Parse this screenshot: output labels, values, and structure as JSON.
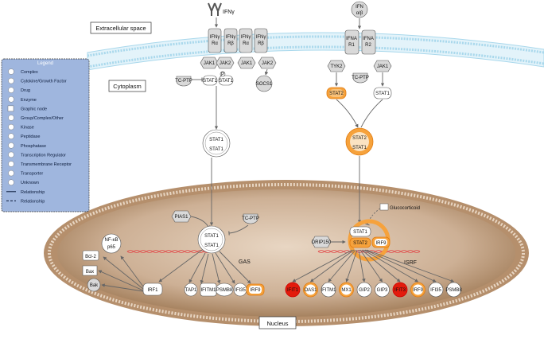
{
  "compartments": {
    "extracellular": "Extracellular space",
    "cytoplasm": "Cytoplasm",
    "nucleus": "Nucleus"
  },
  "legend": {
    "title": "Legend",
    "items": [
      {
        "label": "Complex",
        "icon": "circle-icon"
      },
      {
        "label": "Cytokine/Growth Factor",
        "icon": "cytokine-icon"
      },
      {
        "label": "Drug",
        "icon": "drug-icon"
      },
      {
        "label": "Enzyme",
        "icon": "enzyme-icon"
      },
      {
        "label": "Graphic node",
        "icon": "square-icon"
      },
      {
        "label": "Group/Complex/Other",
        "icon": "group-icon"
      },
      {
        "label": "Kinase",
        "icon": "kinase-icon"
      },
      {
        "label": "Peptidase",
        "icon": "peptidase-icon"
      },
      {
        "label": "Phosphatase",
        "icon": "phosphatase-icon"
      },
      {
        "label": "Transcription Regulator",
        "icon": "transcription-icon"
      },
      {
        "label": "Transmembrane Receptor",
        "icon": "receptor-icon"
      },
      {
        "label": "Transporter",
        "icon": "transporter-icon"
      },
      {
        "label": "Unknown",
        "icon": "unknown-icon"
      },
      {
        "label": "Relationship",
        "icon": "solid-line-icon"
      },
      {
        "label": "Relationship",
        "icon": "dashed-line-icon"
      }
    ]
  },
  "left": {
    "ligand": "IFNγ",
    "r1a": "IFNγ",
    "r1b": "Rα",
    "r2a": "IFNγ",
    "r2b": "Rβ",
    "r3a": "IFNγ",
    "r3b": "Rα",
    "r4a": "IFNγ",
    "r4b": "Rβ",
    "jak1a": "JAK1",
    "jak2a": "JAK2",
    "jak1b": "JAK1",
    "jak2b": "JAK2",
    "tcptp": "TC-PTP",
    "stat1a": "STAT1",
    "stat1b": "STAT1",
    "socs1": "SOCS1",
    "dimer_top": "STAT1",
    "dimer_bot": "STAT1",
    "pias1": "PIAS1",
    "tcptp_nuc": "TC-PTP",
    "nuc_top": "STAT1",
    "nuc_bot": "STAT1",
    "gas": "GAS",
    "nfkb": "NF-κB",
    "p65": "p65",
    "bcl2": "Bcl-2",
    "bax": "Bax",
    "bak": "Bak",
    "irf1": "IRF1",
    "tap1": "TAP1",
    "ifitm1": "IFITM1",
    "psmb8": "PSMB8",
    "ifi35": "IFI35",
    "irf9": "IRF9"
  },
  "right": {
    "ligand_a": "IFN",
    "ligand_b": "α/β",
    "r1a": "IFNA",
    "r1b": "R1",
    "r2a": "IFNA",
    "r2b": "R2",
    "tyk2": "TYK2",
    "tcptp": "TC-PTP",
    "jak1": "JAK1",
    "stat2": "STAT2",
    "stat1": "STAT1",
    "dimer_top": "STAT2",
    "dimer_bot": "STAT1",
    "glucocorticoid": "Glucocorticoid",
    "drip150": "DRIP150",
    "nuc_stat1": "STAT1",
    "nuc_stat2": "STAT2",
    "nuc_irf9": "IRF9",
    "isrf": "ISRF",
    "genes": [
      "IFIT1",
      "OAS1",
      "IFITM1",
      "MX1",
      "GIP2",
      "GIP3",
      "IFIT3",
      "IRF9",
      "IFI35",
      "PSMB8"
    ]
  },
  "phospho": "P",
  "colors": {
    "membrane": "#a9d8ec",
    "nucleus_fill": "#c9ab91",
    "nucleus_border": "#9a7a5c",
    "legend_bg": "#9fb6de",
    "highlight_orange": "#f6a23c",
    "highlight_red": "#e31b0c"
  }
}
